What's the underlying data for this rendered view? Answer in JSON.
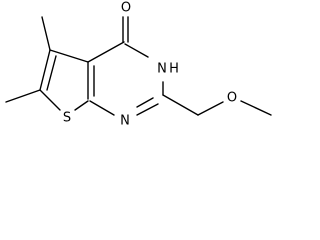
{
  "molecule": {
    "atom_labels": {
      "oxygen_carbonyl": "O",
      "nitrogen_h": "N",
      "hydrogen_on_n": "H",
      "nitrogen_ring": "N",
      "sulfur": "S",
      "oxygen_ether": "O"
    }
  }
}
